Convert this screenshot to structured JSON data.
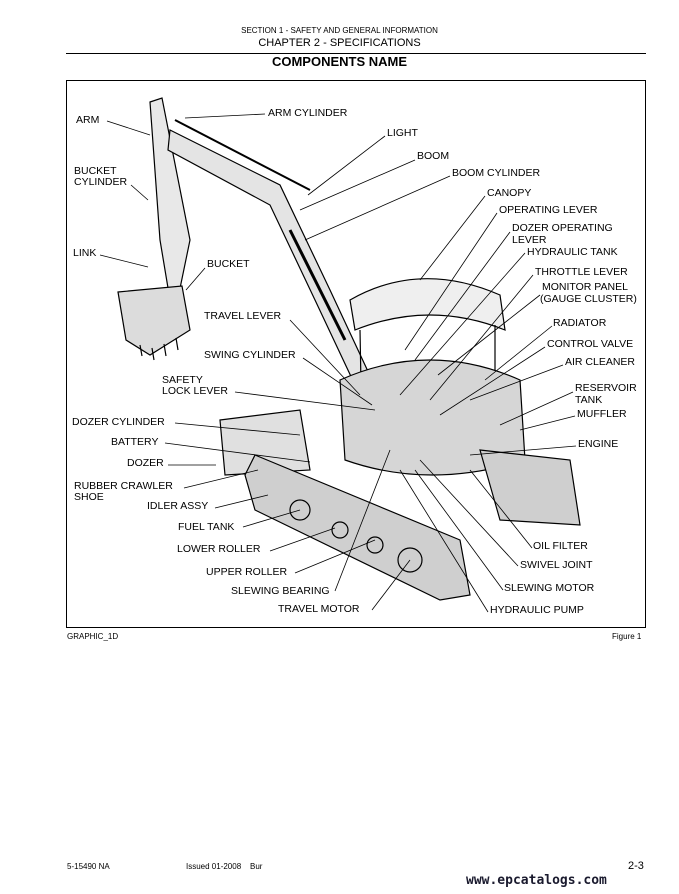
{
  "header": {
    "section": "SECTION 1 - SAFETY AND GENERAL INFORMATION",
    "chapter": "CHAPTER 2 - SPECIFICATIONS",
    "title": "COMPONENTS NAME"
  },
  "labels": {
    "arm": "ARM",
    "arm_cylinder": "ARM CYLINDER",
    "light": "LIGHT",
    "boom": "BOOM",
    "boom_cylinder": "BOOM CYLINDER",
    "canopy": "CANOPY",
    "operating_lever": "OPERATING LEVER",
    "dozer_operating_lever_1": "DOZER OPERATING",
    "dozer_operating_lever_2": "LEVER",
    "hydraulic_tank": "HYDRAULIC TANK",
    "throttle_lever": "THROTTLE LEVER",
    "monitor_panel_1": "MONITOR PANEL",
    "monitor_panel_2": "(GAUGE CLUSTER)",
    "radiator": "RADIATOR",
    "control_valve": "CONTROL VALVE",
    "air_cleaner": "AIR CLEANER",
    "reservoir_tank_1": "RESERVOIR",
    "reservoir_tank_2": "TANK",
    "muffler": "MUFFLER",
    "engine": "ENGINE",
    "bucket_cylinder_1": "BUCKET",
    "bucket_cylinder_2": "CYLINDER",
    "link": "LINK",
    "bucket": "BUCKET",
    "travel_lever": "TRAVEL LEVER",
    "swing_cylinder": "SWING CYLINDER",
    "safety_lock_lever_1": "SAFETY",
    "safety_lock_lever_2": "LOCK LEVER",
    "dozer_cylinder": "DOZER CYLINDER",
    "battery": "BATTERY",
    "dozer": "DOZER",
    "rubber_crawler_shoe_1": "RUBBER CRAWLER",
    "rubber_crawler_shoe_2": "SHOE",
    "idler_assy": "IDLER ASSY",
    "fuel_tank": "FUEL TANK",
    "lower_roller": "LOWER ROLLER",
    "upper_roller": "UPPER ROLLER",
    "slewing_bearing": "SLEWING BEARING",
    "travel_motor": "TRAVEL MOTOR",
    "oil_filter": "OIL FILTER",
    "swivel_joint": "SWIVEL JOINT",
    "slewing_motor": "SLEWING MOTOR",
    "hydraulic_pump": "HYDRAULIC PUMP"
  },
  "figure": {
    "graphic_id": "GRAPHIC_1D",
    "caption": "Figure 1"
  },
  "footer": {
    "doc_number": "5-15490 NA",
    "issued": "Issued 01-2008",
    "lang": "Bur",
    "page": "2-3",
    "watermark": "www.epcatalogs.com"
  }
}
